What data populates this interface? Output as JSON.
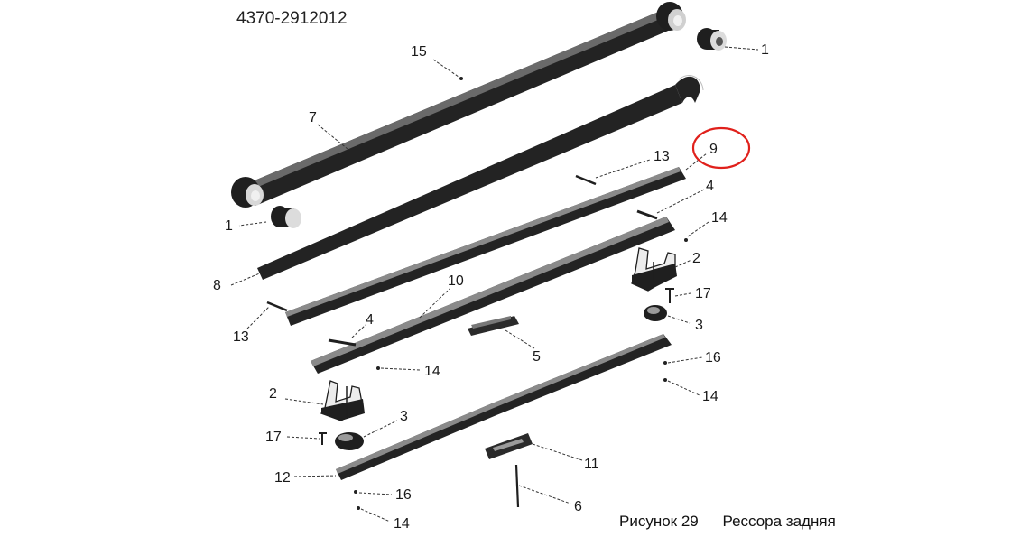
{
  "drawing_number": "4370-2912012",
  "caption": {
    "figure": "Рисунок 29",
    "title": "Рессора задняя"
  },
  "callouts": [
    {
      "id": "c1a",
      "label": "1"
    },
    {
      "id": "c1b",
      "label": "1"
    },
    {
      "id": "c15",
      "label": "15"
    },
    {
      "id": "c7",
      "label": "7"
    },
    {
      "id": "c9",
      "label": "9"
    },
    {
      "id": "c13a",
      "label": "13"
    },
    {
      "id": "c4a",
      "label": "4"
    },
    {
      "id": "c14a",
      "label": "14"
    },
    {
      "id": "c2a",
      "label": "2"
    },
    {
      "id": "c17a",
      "label": "17"
    },
    {
      "id": "c3a",
      "label": "3"
    },
    {
      "id": "c8",
      "label": "8"
    },
    {
      "id": "c10",
      "label": "10"
    },
    {
      "id": "c13b",
      "label": "13"
    },
    {
      "id": "c4b",
      "label": "4"
    },
    {
      "id": "c5",
      "label": "5"
    },
    {
      "id": "c14b",
      "label": "14"
    },
    {
      "id": "c16a",
      "label": "16"
    },
    {
      "id": "c14c",
      "label": "14"
    },
    {
      "id": "c2b",
      "label": "2"
    },
    {
      "id": "c3b",
      "label": "3"
    },
    {
      "id": "c17b",
      "label": "17"
    },
    {
      "id": "c12",
      "label": "12"
    },
    {
      "id": "c11",
      "label": "11"
    },
    {
      "id": "c16b",
      "label": "16"
    },
    {
      "id": "c6",
      "label": "6"
    },
    {
      "id": "c14d",
      "label": "14"
    }
  ],
  "highlight": {
    "target": "9",
    "color": "#e0201b"
  },
  "colors": {
    "ink": "#1a1a1a",
    "leaf": "#232323",
    "highlight": "#e0201b"
  }
}
